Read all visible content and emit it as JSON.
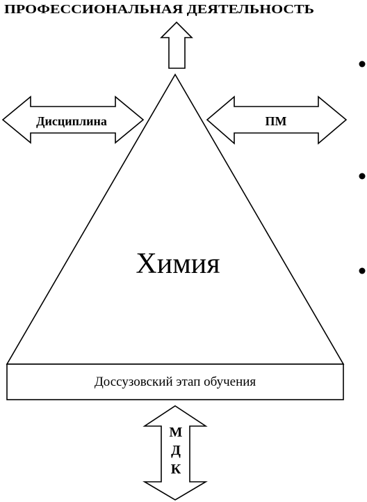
{
  "header": {
    "title": "ПРОФЕССИОНАЛЬНАЯ ДЕЯТЕЛЬНОСТЬ"
  },
  "pyramid": {
    "center_label": "Химия",
    "base_label": "Доссузовский этап обучения"
  },
  "arrows": {
    "left_label": "Дисциплина",
    "right_label": "ПМ",
    "bottom_letters": [
      "М",
      "Д",
      "К"
    ]
  },
  "bullets_count": 3,
  "colors": {
    "stroke": "#000000",
    "fill": "#ffffff",
    "text": "#000000"
  }
}
